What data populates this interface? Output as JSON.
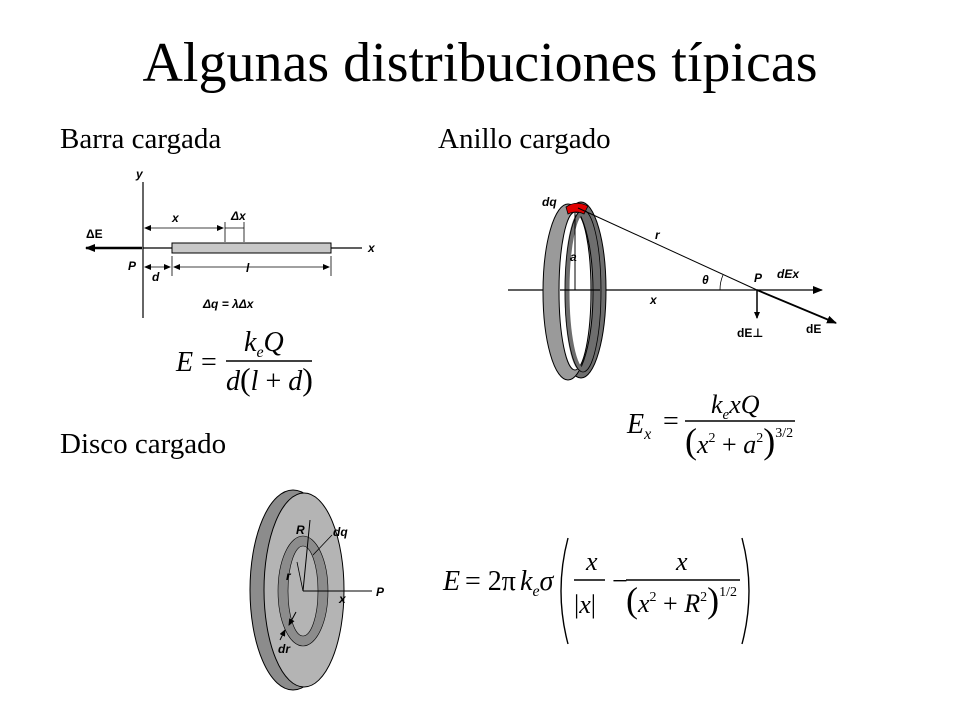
{
  "slide": {
    "title": "Algunas distribuciones típicas"
  },
  "sections": {
    "bar": "Barra cargada",
    "ring": "Anillo cargado",
    "disk": "Disco cargado"
  },
  "bar_diagram": {
    "axis_y": "y",
    "axis_x": "x",
    "label_x": "x",
    "label_delta_x": "Δx",
    "label_field": "ΔE",
    "label_point": "P",
    "label_d": "d",
    "label_l": "l",
    "label_dq": "Δq = λΔx"
  },
  "ring_diagram": {
    "label_dq": "dq",
    "label_r": "r",
    "label_a": "a",
    "label_theta": "θ",
    "label_point": "P",
    "label_x": "x",
    "label_dEx": "dEx",
    "label_dEperp": "dE⊥",
    "label_dE": "dE"
  },
  "disk_diagram": {
    "label_R": "R",
    "label_dq": "dq",
    "label_r": "r",
    "label_x": "x",
    "label_point": "P",
    "label_dr": "dr"
  },
  "equations": {
    "bar": "E = keQ / (d(l + d))",
    "ring": "Ex = kexQ / (x² + a²)^(3/2)",
    "disk": "E = 2π keσ ( x/|x| − x/(x² + R²)^(1/2) )"
  },
  "colors": {
    "bar_fill": "#c8c8c8",
    "ring_gray": "#9a9a9a",
    "ring_dark": "#6e6e6e",
    "charge_red": "#e00000",
    "disk_face": "#b4b4b4",
    "disk_band": "#8c8c8c"
  }
}
